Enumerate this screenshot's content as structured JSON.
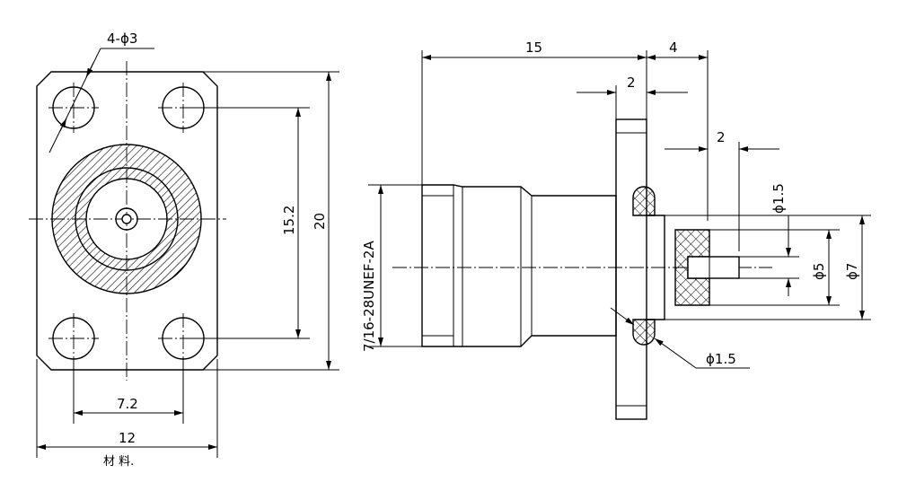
{
  "front_view": {
    "hole_callout": "4-ϕ3",
    "height_inner": "15.2",
    "height_outer": "20",
    "width_inner": "7.2",
    "width_outer": "12",
    "note": "材  料."
  },
  "side_view": {
    "overall_length": "15",
    "rear_length": "4",
    "flange_thickness": "2",
    "pin_length": "2",
    "thread": "7/16-28UNEF-2A",
    "dia_small_top": "ϕ1.5",
    "dia_small_bottom": "ϕ1.5",
    "dia_5": "ϕ5",
    "dia_7": "ϕ7"
  },
  "colors": {
    "line": "#000000",
    "background": "#ffffff"
  }
}
